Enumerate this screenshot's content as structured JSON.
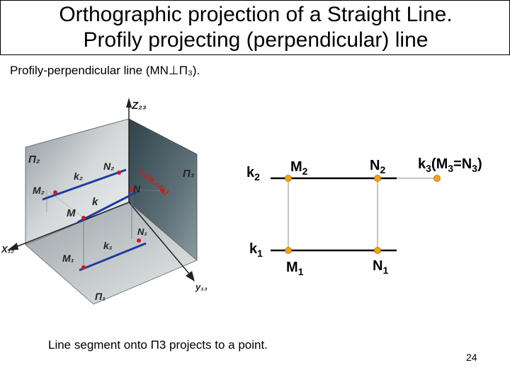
{
  "title": {
    "line1": "Orthographic projection of a Straight Line.",
    "line2": "Profily projecting (perpendicular) line"
  },
  "subtitle": "Profily-perpendicular line (MN⊥П₃).",
  "footer": "Line segment onto П3 projects to a point.",
  "page_number": "24",
  "iso_view": {
    "axis_z": "Z₂₃",
    "axis_x": "X₁₂",
    "axis_y": "y₁₃",
    "plane_2": "П₂",
    "plane_3": "П₃",
    "plane_1": "П₁",
    "k2": "k₂",
    "N2": "N₂",
    "M2": "M₂",
    "k3_expr": "k₃(M₃=N₃)",
    "N": "N",
    "M": "M",
    "k": "k",
    "N1": "N₁",
    "k1": "k₁",
    "M1": "M₁"
  },
  "epure": {
    "k2": "k",
    "k2_sub": "2",
    "M2": "M",
    "M2_sub": "2",
    "N2": "N",
    "N2_sub": "2",
    "k3_k": "k",
    "k3_sub": "3",
    "k3_open": "(M",
    "k3_sub_m": "3",
    "k3_eq": "=N",
    "k3_sub_n": "3",
    "k3_close": ")",
    "k1": "k",
    "k1_sub": "1",
    "M1": "M",
    "M1_sub": "1",
    "N1": "N",
    "N1_sub": "1"
  },
  "colors": {
    "point": "#f2a21b",
    "line_blue": "#1f3aa0",
    "plane_grey": "#b8bec3",
    "plane_dark": "#6f7f85",
    "label_red": "#c81e1e"
  }
}
